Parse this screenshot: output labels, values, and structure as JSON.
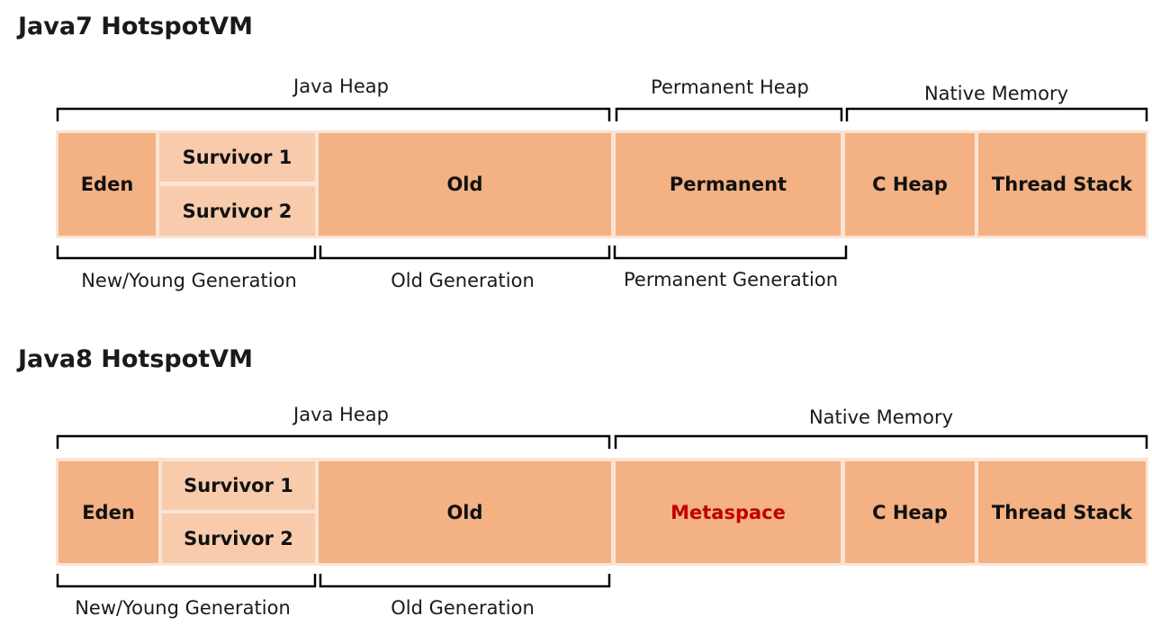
{
  "java7": {
    "title": "Java7 HotspotVM",
    "top_labels": {
      "java_heap": "Java Heap",
      "permanent_heap": "Permanent Heap",
      "native_memory": "Native Memory"
    },
    "cells": {
      "eden": "Eden",
      "survivor1": "Survivor 1",
      "survivor2": "Survivor 2",
      "old": "Old",
      "permanent": "Permanent",
      "c_heap": "C Heap",
      "thread_stack": "Thread Stack"
    },
    "bottom_labels": {
      "young": "New/Young Generation",
      "old": "Old Generation",
      "permanent": "Permanent Generation"
    }
  },
  "java8": {
    "title": "Java8 HotspotVM",
    "top_labels": {
      "java_heap": "Java Heap",
      "native_memory": "Native Memory"
    },
    "cells": {
      "eden": "Eden",
      "survivor1": "Survivor 1",
      "survivor2": "Survivor 2",
      "old": "Old",
      "metaspace": "Metaspace",
      "c_heap": "C Heap",
      "thread_stack": "Thread Stack"
    },
    "bottom_labels": {
      "young": "New/Young Generation",
      "old": "Old Generation"
    },
    "colors": {
      "metaspace_text": "#c00000"
    }
  },
  "colors": {
    "cell": "#f4b183",
    "survivor": "#f8cbad",
    "background": "#fbe4d5"
  }
}
